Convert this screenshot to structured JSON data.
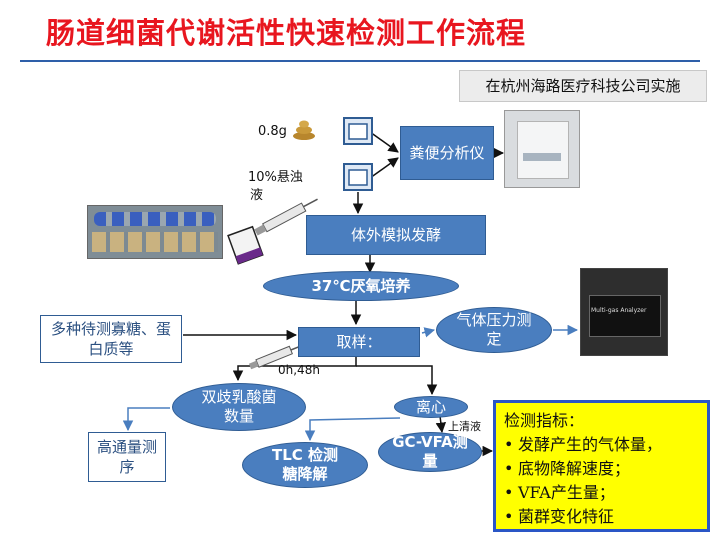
{
  "slide": {
    "title": "肠道细菌代谢活性快速检测工作流程",
    "implementer": "在杭州海路医疗科技公司实施"
  },
  "labels": {
    "sample_mass": "0.8g",
    "suspension_line1": "10%悬浊",
    "suspension_line2": "液",
    "time_points": "0h,48h",
    "supernatant": "上清液"
  },
  "nodes": {
    "fecal_analyzer": "粪便分析仪",
    "in_vitro_fermentation": "体外模拟发酵",
    "anaerobic_culture": "37℃厌氧培养",
    "substrates": "多种待测寡糖、蛋白质等",
    "sampling": "取样：",
    "gas_pressure": "气体压力测定",
    "bifido_count": "双歧乳酸菌数量",
    "centrifuge": "离心",
    "hts": "高通量测序",
    "tlc": "TLC 检测糖降解",
    "gcvfa": "GC-VFA测量"
  },
  "photo_labels": {
    "gas_analyzer": "Multi-gas Analyzer"
  },
  "indicators": {
    "title": "检测指标：",
    "items": [
      "发酵产生的气体量，",
      "底物降解速度；",
      "VFA产生量；",
      "菌群变化特征"
    ]
  },
  "colors": {
    "title": "#e8161f",
    "node_fill": "#4a7ebf",
    "node_border": "#2f5c93",
    "indicator_fill": "#ffff00",
    "indicator_border": "#2a56c6"
  }
}
